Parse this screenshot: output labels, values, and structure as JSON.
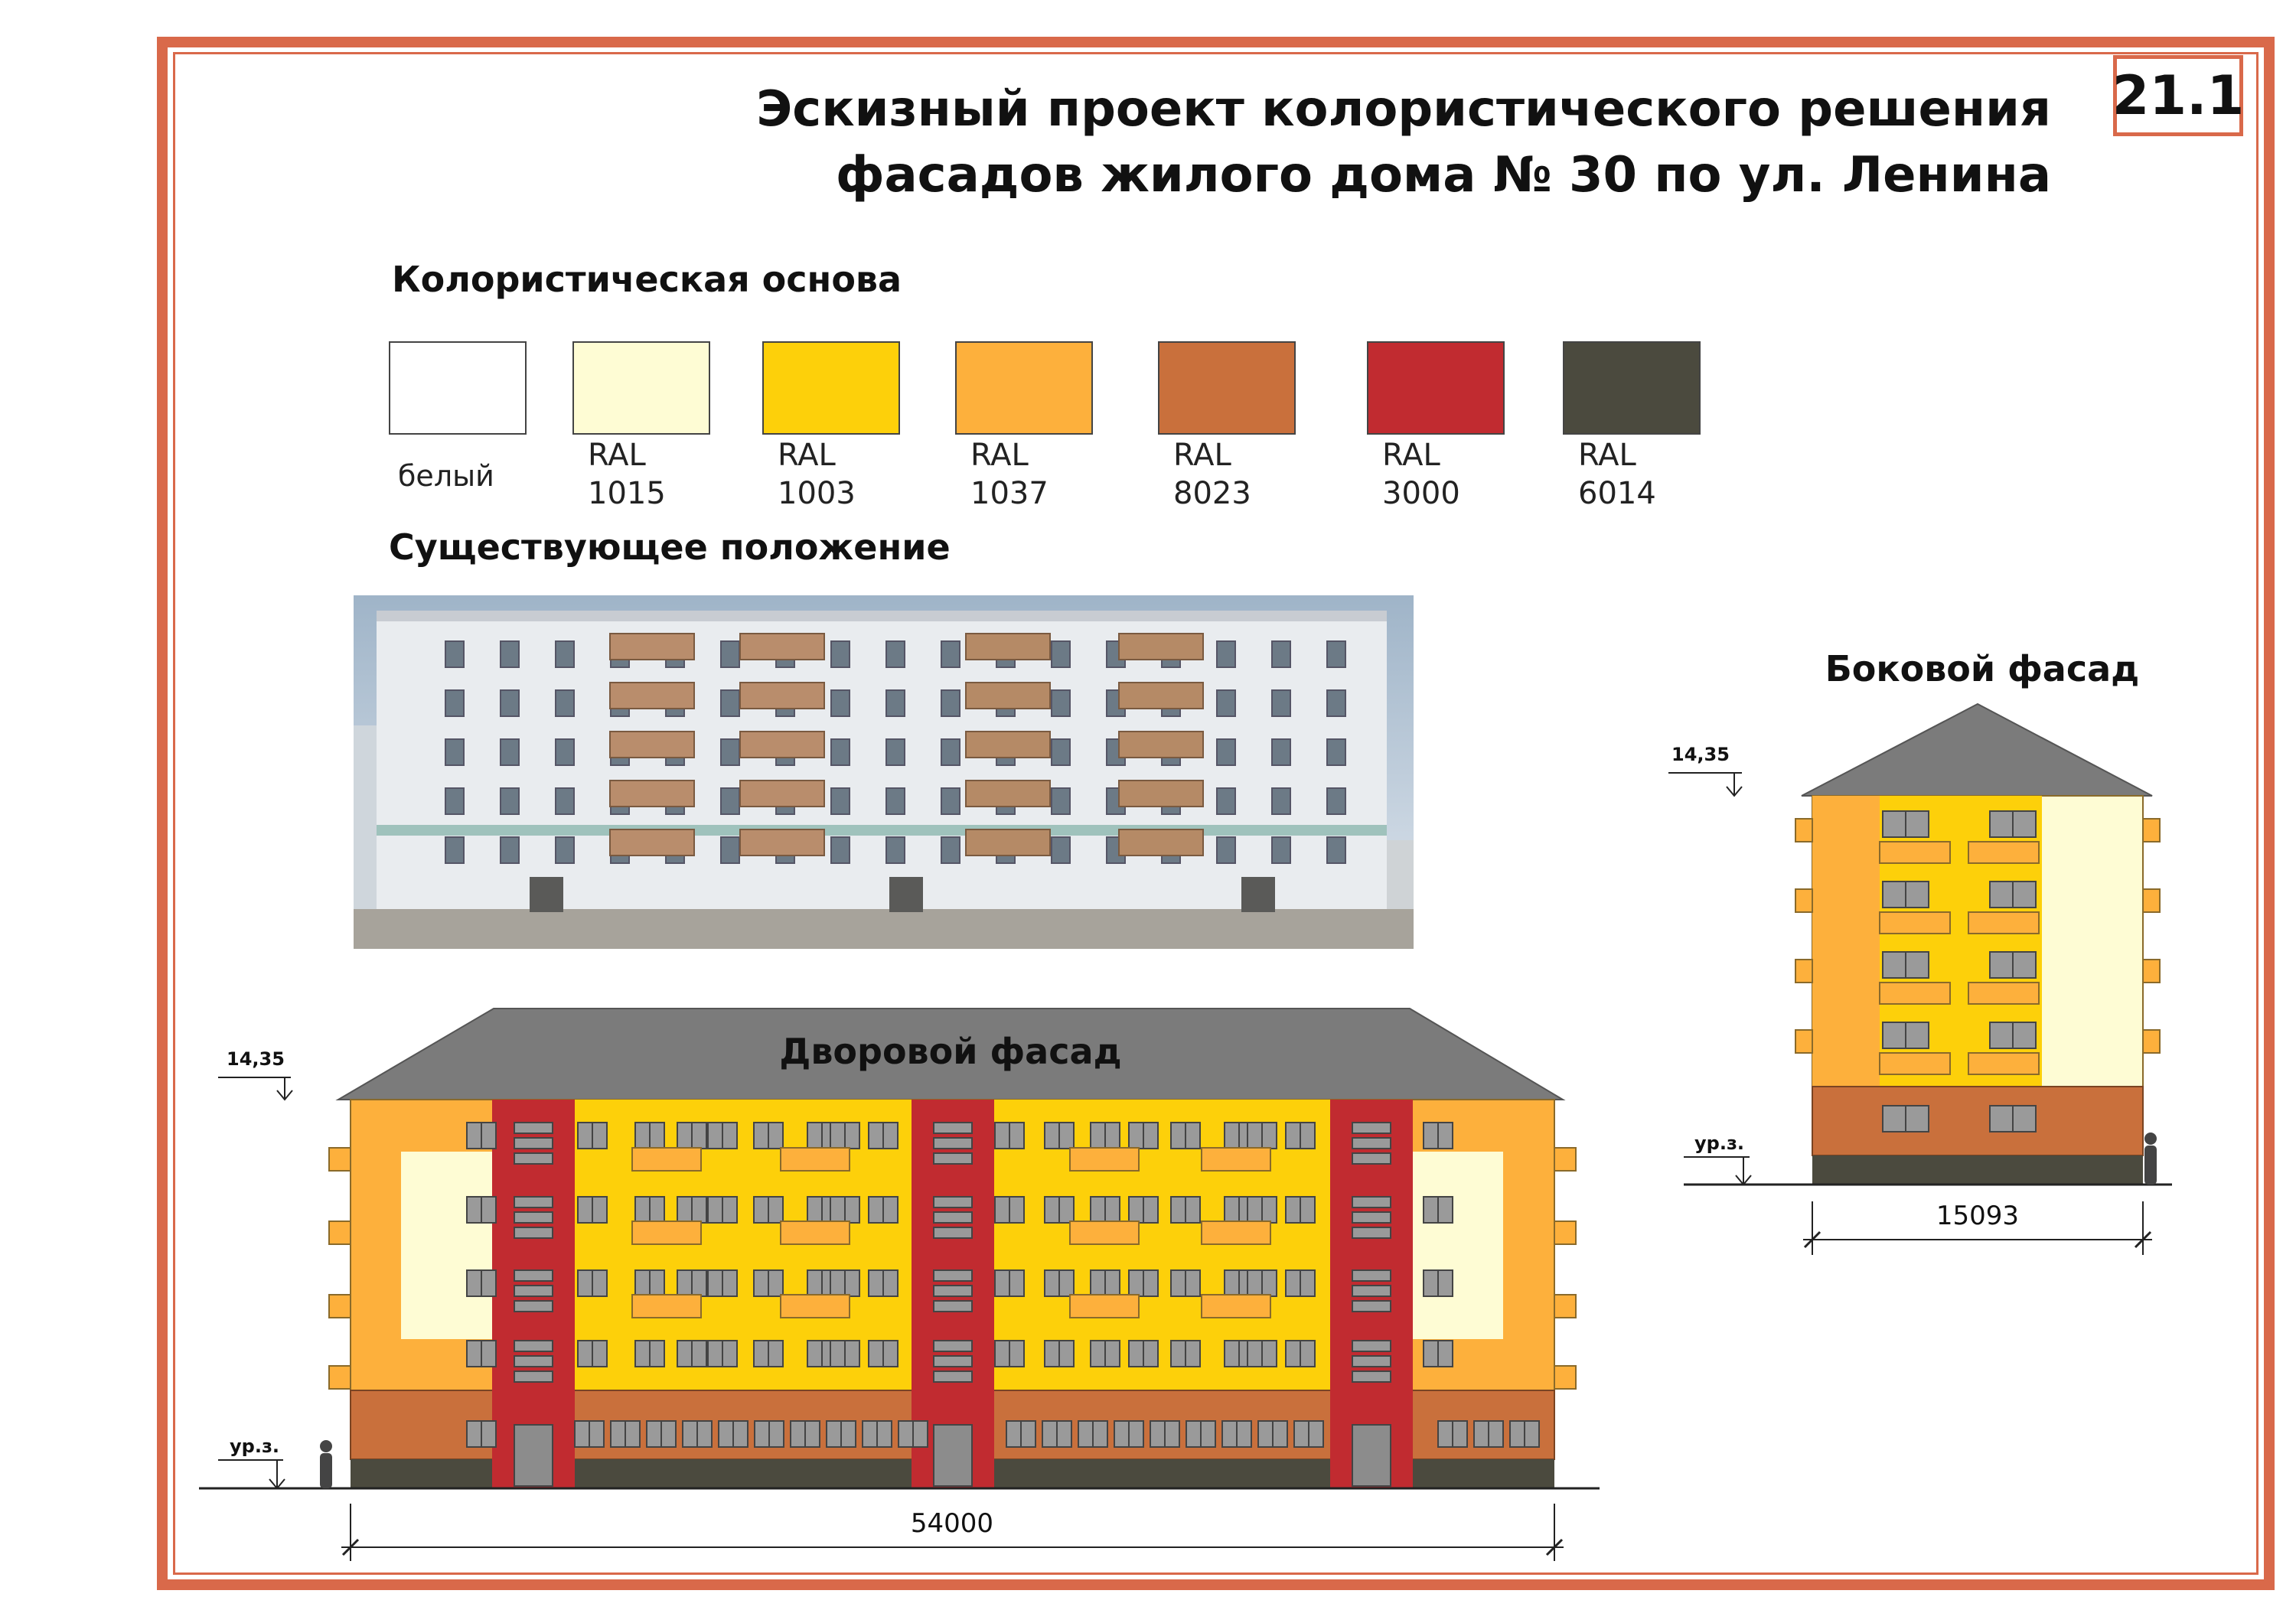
{
  "sheet_number": "21.1",
  "title": {
    "line1": "Эскизный проект колористического решения",
    "line2": "фасадов жилого дома № 30 по ул. Ленина"
  },
  "palette": {
    "heading": "Колористическая основа",
    "items": [
      {
        "label": "белый",
        "code": "",
        "color": "#ffffff"
      },
      {
        "label": "RAL",
        "code": "1015",
        "color": "#fefcd4"
      },
      {
        "label": "RAL",
        "code": "1003",
        "color": "#fdd00a"
      },
      {
        "label": "RAL",
        "code": "1037",
        "color": "#fdb03c"
      },
      {
        "label": "RAL",
        "code": "8023",
        "color": "#c9703c"
      },
      {
        "label": "RAL",
        "code": "3000",
        "color": "#c12b30"
      },
      {
        "label": "RAL",
        "code": "6014",
        "color": "#4b4a3e"
      }
    ]
  },
  "existing": {
    "heading": "Существующее положение"
  },
  "courtyard_facade": {
    "heading": "Дворовой фасад",
    "elevation_mark": "14,35",
    "ground_mark": "ур.з.",
    "width_dim": "54000"
  },
  "side_facade": {
    "heading": "Боковой фасад",
    "elevation_mark": "14,35",
    "ground_mark": "ур.з.",
    "width_dim": "15093"
  }
}
